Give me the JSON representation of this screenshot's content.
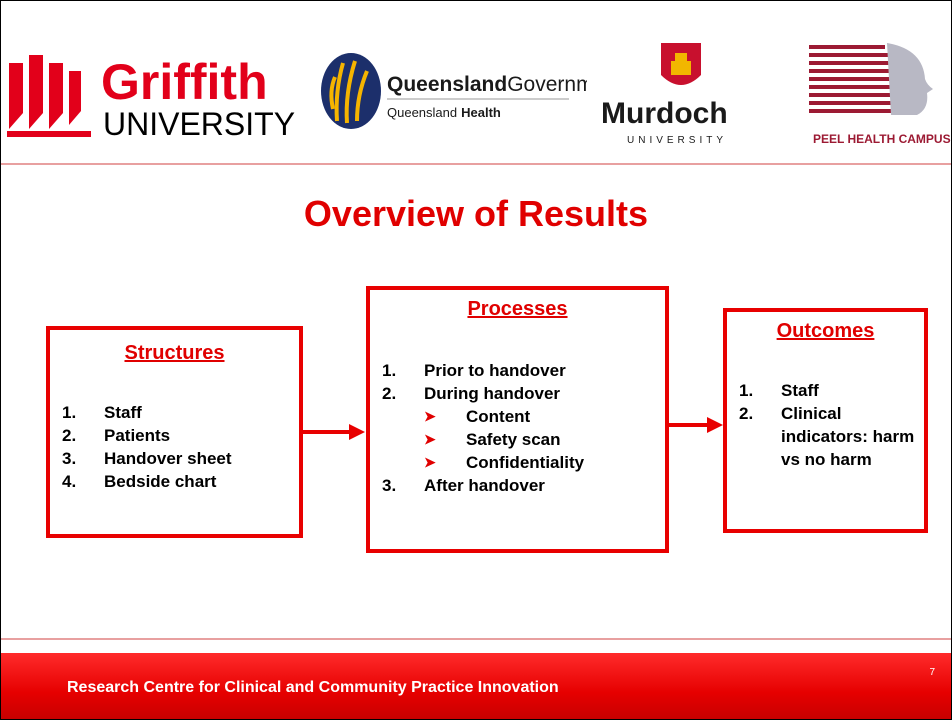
{
  "logos": {
    "griffith": {
      "line1": "Griffith",
      "line2": "UNIVERSITY"
    },
    "qld": {
      "line1_bold": "Queensland",
      "line1_rest": "Government",
      "line2_plain": "Queensland",
      "line2_bold": "Health"
    },
    "murdoch": {
      "line1": "Murdoch",
      "line2": "UNIVERSITY"
    },
    "peel": {
      "label": "PEEL HEALTH CAMPUS"
    }
  },
  "title": "Overview of Results",
  "structures": {
    "heading": "Structures",
    "items": [
      {
        "num": "1.",
        "text": "Staff"
      },
      {
        "num": "2.",
        "text": "Patients"
      },
      {
        "num": "3.",
        "text": "Handover sheet"
      },
      {
        "num": "4.",
        "text": "Bedside chart"
      }
    ]
  },
  "processes": {
    "heading": "Processes",
    "items": [
      {
        "num": "1.",
        "text": "Prior to handover"
      },
      {
        "num": "2.",
        "text": "During handover"
      },
      {
        "num": "3.",
        "text": "After handover"
      }
    ],
    "subitems": [
      "Content",
      "Safety scan",
      "Confidentiality"
    ]
  },
  "outcomes": {
    "heading": "Outcomes",
    "items": [
      {
        "num": "1.",
        "text": "Staff"
      },
      {
        "num": "2.",
        "text": "Clinical indicators: harm vs no harm"
      }
    ]
  },
  "footer": {
    "text": "Research Centre for Clinical and Community Practice Innovation",
    "page": "7"
  },
  "colors": {
    "accent": "#e00000",
    "footer": "#e60000"
  }
}
